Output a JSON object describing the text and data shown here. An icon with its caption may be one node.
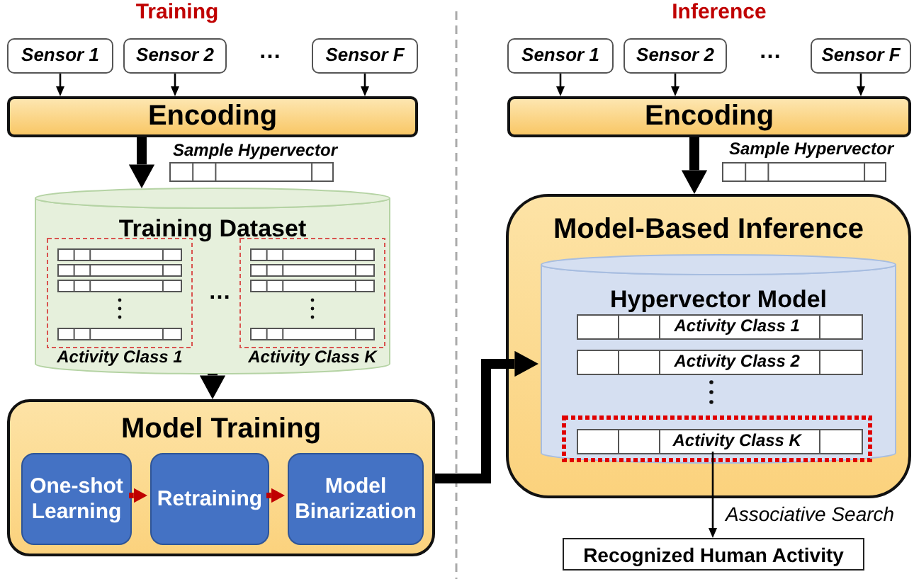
{
  "diagram": {
    "nodes": [
      {
        "text": [
          "Sensor 1"
        ]
      },
      {
        "text": [
          "Sensor 2"
        ]
      },
      {
        "text": [
          "Sensor F"
        ]
      },
      {
        "text": [
          "Encoding"
        ]
      },
      {
        "text": [
          "Training Dataset"
        ]
      },
      {
        "text": [
          "Activity Class 1"
        ],
        "in": 4
      },
      {
        "text": [
          "Activity Class K"
        ],
        "in": 4
      },
      {
        "text": [
          "Model Training"
        ]
      },
      {
        "text": [
          "One-shot Learning"
        ],
        "in": 7
      },
      {
        "text": [
          "Retraining"
        ],
        "in": 7
      },
      {
        "text": [
          "Model Binarization"
        ],
        "in": 7
      },
      {
        "text": [
          "Sensor 1"
        ]
      },
      {
        "text": [
          "Sensor 2"
        ]
      },
      {
        "text": [
          "Sensor F"
        ]
      },
      {
        "text": [
          "Encoding"
        ]
      },
      {
        "text": [
          "Model-Based Inference"
        ]
      },
      {
        "text": [
          "Hypervector Model"
        ],
        "in": 15
      },
      {
        "text": [
          "Activity Class 1"
        ],
        "in": 16
      },
      {
        "text": [
          "Activity Class 2"
        ],
        "in": 16
      },
      {
        "text": [
          "Activity Class K"
        ],
        "in": 16
      },
      {
        "text": [
          "Recognized Human Activity"
        ]
      }
    ],
    "edges": [
      {
        "from": 0,
        "to": 3,
        "arrow": "to"
      },
      {
        "from": 1,
        "to": 3,
        "arrow": "to"
      },
      {
        "from": 2,
        "to": 3,
        "arrow": "to"
      },
      {
        "from": 3,
        "to": 4,
        "arrow": "to",
        "style": "thick"
      },
      {
        "from": 4,
        "to": 7,
        "arrow": "to",
        "style": "thick"
      },
      {
        "from": 8,
        "to": 9,
        "arrow": "to",
        "style": "thick",
        "color": "#c00000"
      },
      {
        "from": 9,
        "to": 10,
        "arrow": "to",
        "style": "thick",
        "color": "#c00000"
      },
      {
        "from": 7,
        "to": 16,
        "arrow": "to",
        "style": "thick"
      },
      {
        "from": 11,
        "to": 14,
        "arrow": "to"
      },
      {
        "from": 12,
        "to": 14,
        "arrow": "to"
      },
      {
        "from": 13,
        "to": 14,
        "arrow": "to"
      },
      {
        "from": 14,
        "to": 15,
        "arrow": "to",
        "style": "thick"
      },
      {
        "from": 19,
        "to": 20,
        "arrow": "to",
        "label": "Associative Search"
      }
    ],
    "labels": [
      "Training",
      "…",
      "Sample Hypervector",
      "…",
      "Inference",
      "…",
      "Sample Hypervector"
    ]
  }
}
